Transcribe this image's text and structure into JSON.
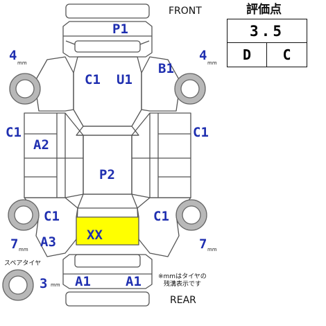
{
  "header": {
    "front_label": "FRONT",
    "rear_label": "REAR"
  },
  "grade": {
    "title": "評価点",
    "score": "3.5",
    "interior": "D",
    "exterior": "C"
  },
  "damage_marks": {
    "front_panel": "P1",
    "hood_left": "C1",
    "hood_right": "U1",
    "right_front_fender": "B1",
    "left_front_door": "C1",
    "left_rear_door": "A2",
    "right_front_door": "C1",
    "roof": "P2",
    "left_quarter": "C1",
    "right_quarter": "C1",
    "trunk": "XX",
    "left_rear_corner": "A3",
    "rear_left": "A1",
    "rear_right": "A1"
  },
  "tires": {
    "front_left": "4",
    "front_right": "4",
    "rear_left": "7",
    "rear_right": "7",
    "spare": "3",
    "unit": "mm",
    "spare_label": "スペアタイヤ"
  },
  "notes": {
    "tread_note_line1": "※mmはタイヤの",
    "tread_note_line2": "残溝表示です"
  },
  "colors": {
    "mark_blue": "#1f2fb0",
    "highlight_yellow": "#ffff00",
    "line_gray": "#555555"
  }
}
